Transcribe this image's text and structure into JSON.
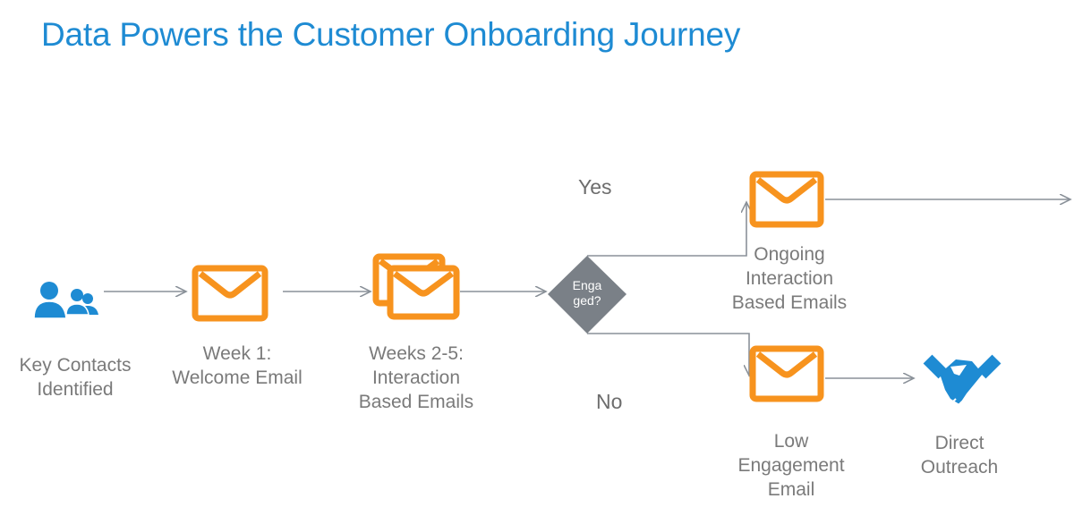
{
  "title": "Data Powers the Customer Onboarding Journey",
  "colors": {
    "title": "#1e8bd3",
    "email_icon": "#f7931e",
    "people_icon": "#1e8bd3",
    "handshake_icon": "#1e8bd3",
    "decision": "#7a8087",
    "connector": "#8a9199",
    "label_text": "#7a7a7a"
  },
  "nodes": {
    "key_contacts": {
      "icon": "people-icon",
      "lines": [
        "Key Contacts",
        "Identified"
      ]
    },
    "week1": {
      "icon": "email-icon",
      "lines": [
        "Week 1:",
        "Welcome Email"
      ]
    },
    "weeks2_5": {
      "icon": "stacked-email-icon",
      "lines": [
        "Weeks 2-5:",
        "Interaction",
        "Based Emails"
      ]
    },
    "decision": {
      "icon": "diamond",
      "lines": [
        "Enga",
        "ged?"
      ]
    },
    "ongoing": {
      "icon": "email-icon",
      "lines": [
        "Ongoing",
        "Interaction",
        "Based Emails"
      ]
    },
    "low_engagement": {
      "icon": "email-icon",
      "lines": [
        "Low",
        "Engagement",
        "Email"
      ]
    },
    "direct_outreach": {
      "icon": "handshake-icon",
      "lines": [
        "Direct",
        "Outreach"
      ]
    }
  },
  "branches": {
    "yes": "Yes",
    "no": "No"
  }
}
